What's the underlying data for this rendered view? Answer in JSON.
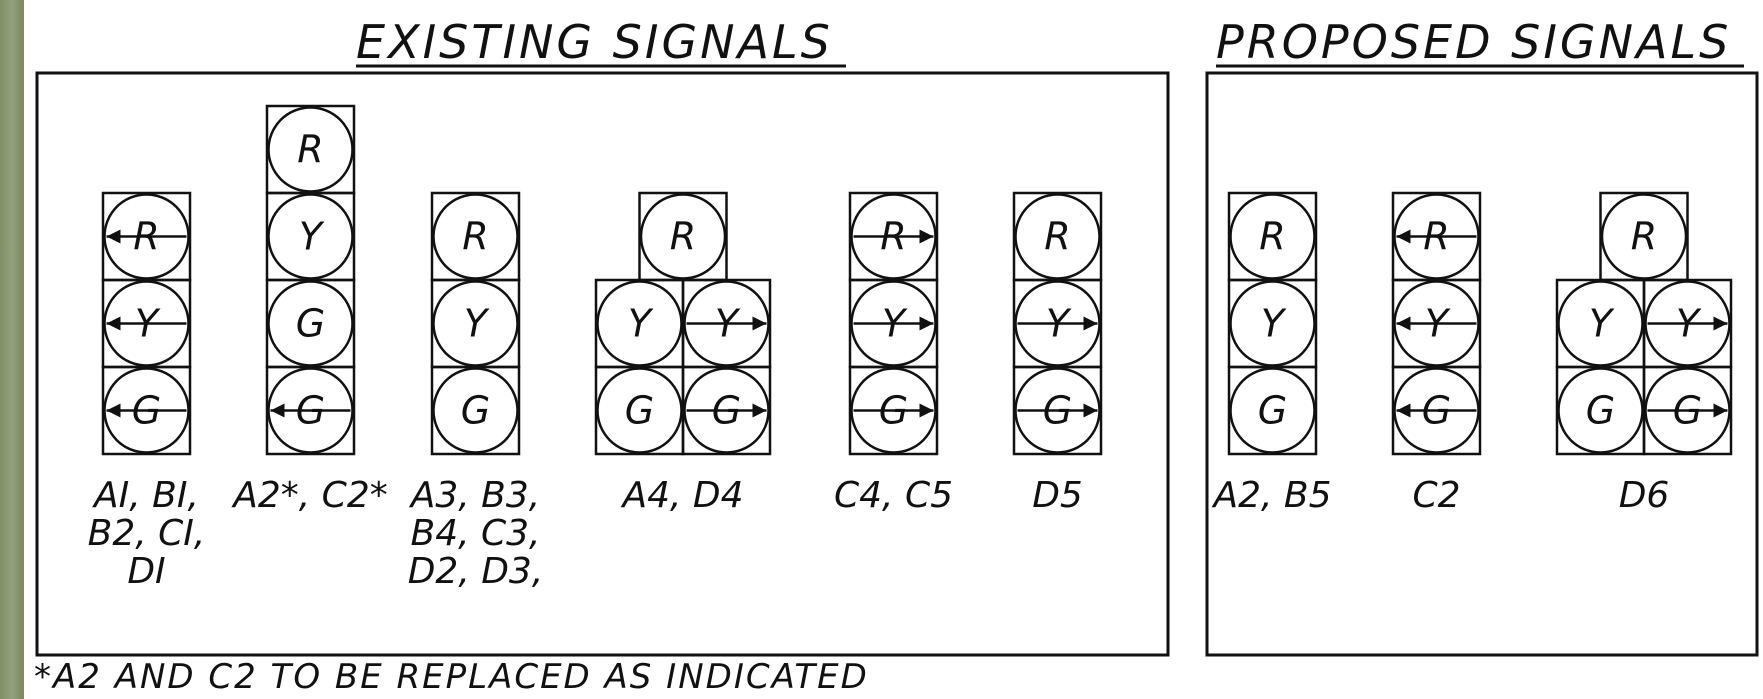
{
  "titles": {
    "existing": "EXISTING SIGNALS",
    "proposed": "PROPOSED SIGNALS"
  },
  "footnote": "*A2 AND C2 TO BE REPLACED AS INDICATED",
  "existing_signals": [
    {
      "id": "a1",
      "heads": [
        [
          {
            "t": "R",
            "arrow": "left"
          },
          {
            "t": "Y",
            "arrow": "left"
          },
          {
            "t": "G",
            "arrow": "left"
          }
        ]
      ],
      "label_lines": [
        "AI, BI,",
        "B2, CI,",
        "DI"
      ]
    },
    {
      "id": "a2",
      "heads": [
        [
          {
            "t": "R",
            "arrow": ""
          },
          {
            "t": "Y",
            "arrow": ""
          },
          {
            "t": "G",
            "arrow": ""
          },
          {
            "t": "G",
            "arrow": "left"
          }
        ]
      ],
      "label_lines": [
        "A2*, C2*"
      ]
    },
    {
      "id": "a3",
      "heads": [
        [
          {
            "t": "R",
            "arrow": ""
          },
          {
            "t": "Y",
            "arrow": ""
          },
          {
            "t": "G",
            "arrow": ""
          }
        ]
      ],
      "label_lines": [
        "A3, B3,",
        "B4, C3,",
        "D2, D3,"
      ]
    },
    {
      "id": "a4",
      "heads": [
        [
          {
            "t": "R",
            "arrow": ""
          },
          {
            "t": "Y",
            "arrow": ""
          },
          {
            "t": "G",
            "arrow": ""
          }
        ],
        [
          {
            "t": "Y",
            "arrow": "right"
          },
          {
            "t": "G",
            "arrow": "right"
          }
        ]
      ],
      "label_lines": [
        "A4, D4"
      ]
    },
    {
      "id": "c4",
      "heads": [
        [
          {
            "t": "R",
            "arrow": "right"
          },
          {
            "t": "Y",
            "arrow": "right"
          },
          {
            "t": "G",
            "arrow": "right"
          }
        ]
      ],
      "label_lines": [
        "C4, C5"
      ]
    },
    {
      "id": "d5",
      "heads": [
        [
          {
            "t": "R",
            "arrow": ""
          },
          {
            "t": "Y",
            "arrow": "right"
          },
          {
            "t": "G",
            "arrow": "right"
          }
        ]
      ],
      "label_lines": [
        "D5"
      ]
    }
  ],
  "proposed_signals": [
    {
      "id": "pa2",
      "heads": [
        [
          {
            "t": "R",
            "arrow": ""
          },
          {
            "t": "Y",
            "arrow": ""
          },
          {
            "t": "G",
            "arrow": ""
          }
        ]
      ],
      "label_lines": [
        "A2, B5"
      ]
    },
    {
      "id": "pc2",
      "heads": [
        [
          {
            "t": "R",
            "arrow": "left"
          },
          {
            "t": "Y",
            "arrow": "left"
          },
          {
            "t": "G",
            "arrow": "left"
          }
        ]
      ],
      "label_lines": [
        "C2"
      ]
    },
    {
      "id": "pd6",
      "heads": [
        [
          {
            "t": "R",
            "arrow": ""
          },
          {
            "t": "Y",
            "arrow": ""
          },
          {
            "t": "G",
            "arrow": ""
          }
        ],
        [
          {
            "t": "Y",
            "arrow": "right"
          },
          {
            "t": "G",
            "arrow": "right"
          }
        ]
      ],
      "label_lines": [
        "D6"
      ]
    }
  ]
}
